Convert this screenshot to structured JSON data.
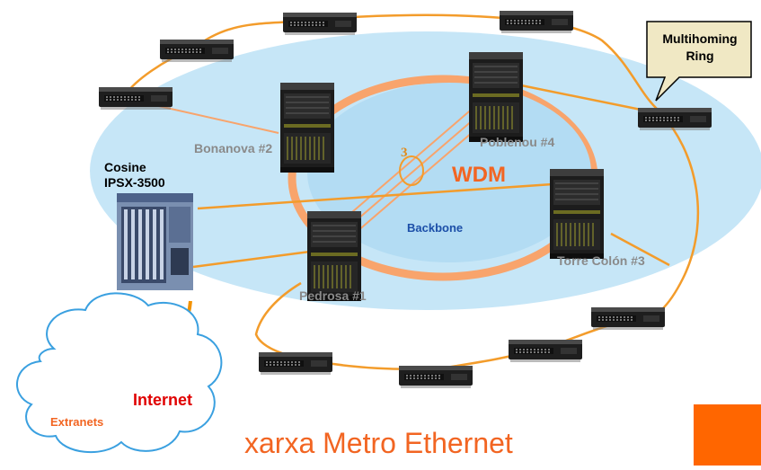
{
  "title": "xarxa Metro Ethernet",
  "title_color": "#f26522",
  "colors": {
    "outer_ring": "#c6e6f7",
    "inner_ring": "#b3dcf3",
    "ring_stroke": "#f8a46c",
    "link": "#f39c2b",
    "dashed_link": "#f39200",
    "wdm_text": "#f26522",
    "backbone_text": "#1c4fa8",
    "internet_text": "#e00000",
    "extranets_text": "#f26522",
    "orange_box": "#ff6600"
  },
  "callout": {
    "line1": "Multihoming",
    "line2": "Ring"
  },
  "router": {
    "line1": "Cosine",
    "line2": "IPSX-3500",
    "icon": "router-chassis-icon"
  },
  "sites": {
    "bonanova": "Bonanova #2",
    "poblenou": "Poblenou #4",
    "torre_colon": "Torre Colón #3",
    "pedrosa": "Pedrosa #1"
  },
  "labels": {
    "wdm": "WDM",
    "backbone": "Backbone",
    "fiber_count": "3",
    "internet": "Internet",
    "extranets": "Extranets"
  },
  "icons": {
    "switch": "ethernet-switch-icon",
    "rack": "server-rack-icon",
    "cloud": "cloud-icon"
  }
}
